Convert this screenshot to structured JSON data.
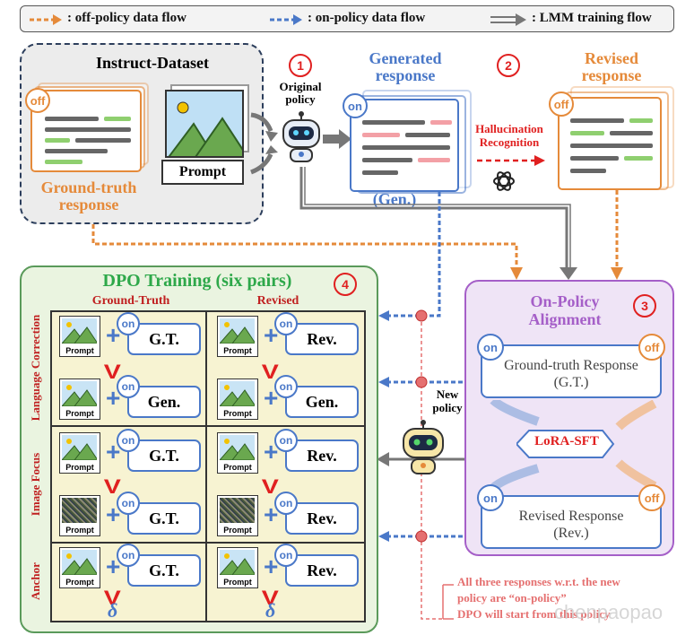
{
  "legend": {
    "off_policy": ": off-policy data flow",
    "on_policy": ": on-policy data flow",
    "training": ": LMM training flow"
  },
  "colors": {
    "off_policy": "#e58a3a",
    "on_policy": "#4a78c8",
    "training": "#777777",
    "step_number": "#e02020",
    "dpo_title": "#2ea84a",
    "alignment_title": "#a55fc8"
  },
  "instruct": {
    "title": "Instruct-Dataset",
    "off_badge": "off",
    "gt_caption_line1": "Ground-truth",
    "gt_caption_line2": "response",
    "prompt_label": "Prompt"
  },
  "steps": {
    "one": "1",
    "two": "2",
    "three": "3",
    "four": "4"
  },
  "policy": {
    "original_line1": "Original",
    "original_line2": "policy",
    "new_line1": "New",
    "new_line2": "policy"
  },
  "generated": {
    "title_line1": "Generated",
    "title_line2": "response",
    "on_badge": "on",
    "caption": "(Gen.)"
  },
  "hallucination": {
    "line1": "Hallucination",
    "line2": "Recognition",
    "icon": "openai-icon"
  },
  "revised": {
    "title_line1": "Revised",
    "title_line2": "response",
    "off_badge": "off"
  },
  "dpo": {
    "title": "DPO Training (six pairs)",
    "col_gt": "Ground-Truth",
    "col_revised": "Revised",
    "row_language": "Language Correction",
    "row_image": "Image Focus",
    "row_anchor": "Anchor",
    "prompt_label": "Prompt",
    "on_badge": "on",
    "gt": "G.T.",
    "gen": "Gen.",
    "rev": "Rev.",
    "plus": "+",
    "better": "V",
    "delta": "δ"
  },
  "alignment": {
    "title_line1": "On-Policy",
    "title_line2": "Alignment",
    "gt_line1": "Ground-truth Response",
    "gt_line2": "(G.T.)",
    "rev_line1": "Revised Response",
    "rev_line2": "(Rev.)",
    "on_badge": "on",
    "off_badge": "off",
    "lora": "LoRA-SFT"
  },
  "notes": {
    "line1": "All three responses w.r.t. the new",
    "line2": "policy are “on-policy”",
    "line3": "DPO will start from this policy"
  },
  "watermark": "chenpaopao"
}
